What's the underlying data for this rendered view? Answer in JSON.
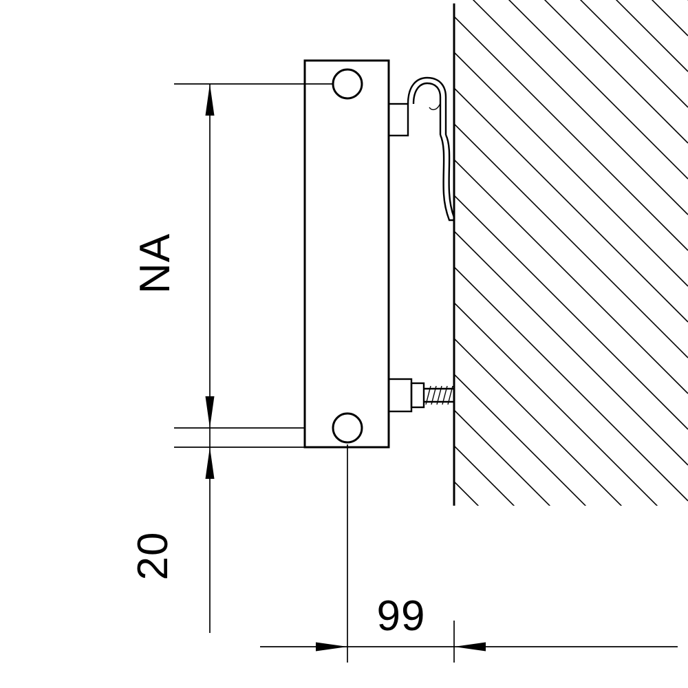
{
  "colors": {
    "background": "#ffffff",
    "line": "#000000"
  },
  "drawing": {
    "kind": "radiator-side-view-mounting-dimensions",
    "labels": {
      "hub_distance": "NA",
      "bottom_offset": "20",
      "wall_distance": "99"
    }
  }
}
